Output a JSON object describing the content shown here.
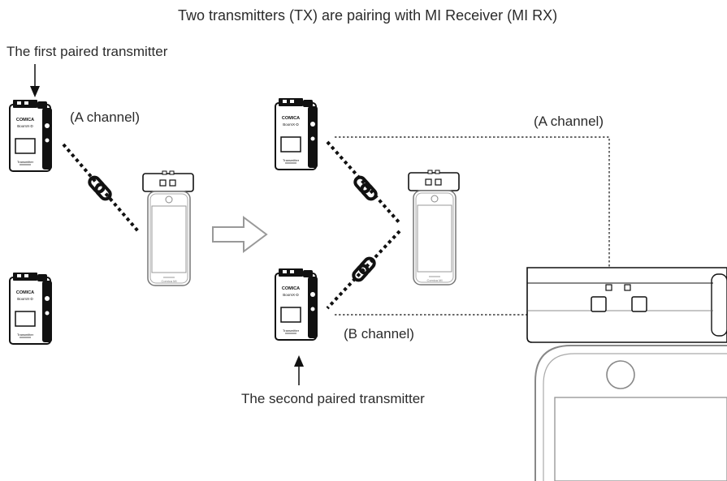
{
  "title": "Two transmitters (TX) are pairing with MI Receiver (MI RX)",
  "labels": {
    "first_paired": "The first paired transmitter",
    "second_paired": "The second paired transmitter",
    "a_channel_left": "(A channel)",
    "a_channel_right": "(A channel)",
    "b_channel": "(B channel)"
  },
  "device": {
    "brand": "COMICA",
    "model": "BoomX-D",
    "tx_label": "Transmitter",
    "phone_label": "Comica MI"
  }
}
